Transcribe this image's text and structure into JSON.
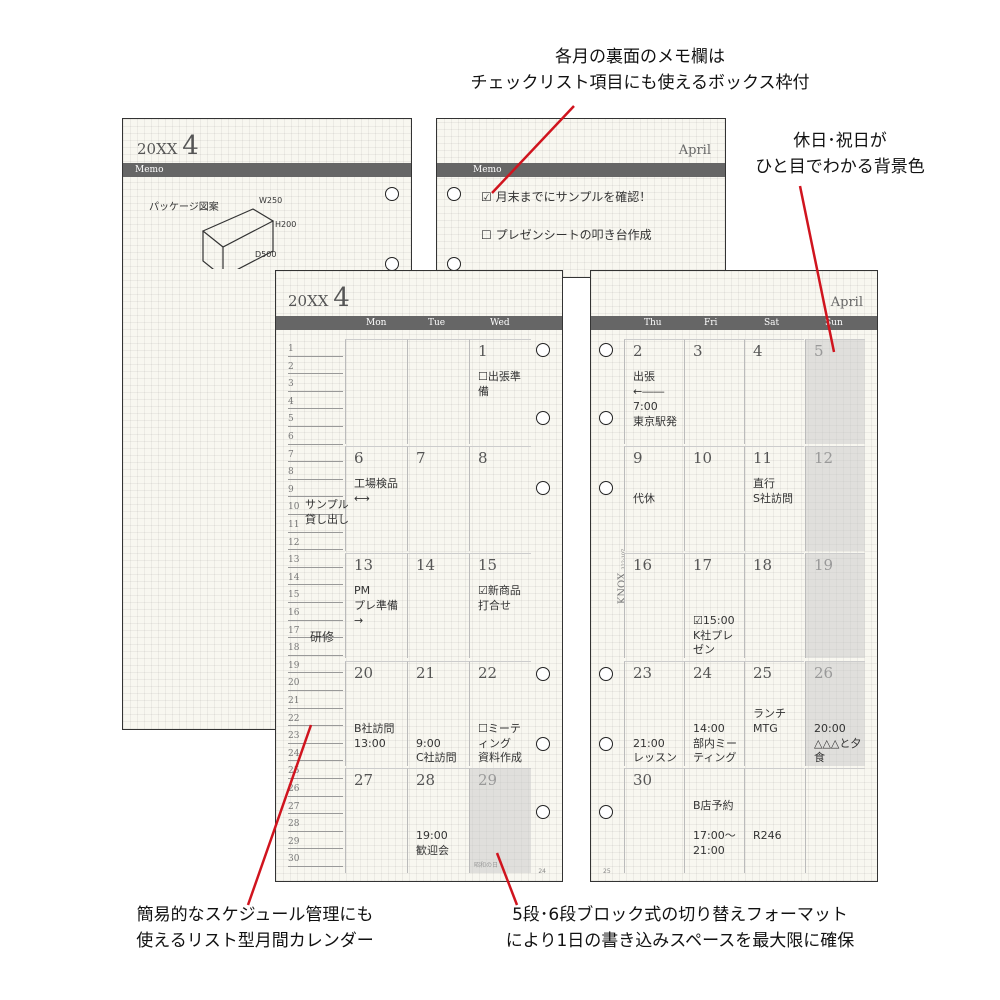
{
  "annotations": {
    "top": [
      "各月の裏面のメモ欄は",
      "チェックリスト項目にも使えるボックス枠付"
    ],
    "right": [
      "休日･祝日が",
      "ひと目でわかる背景色"
    ],
    "bottom_left": [
      "簡易的なスケジュール管理にも",
      "使えるリスト型月間カレンダー"
    ],
    "bottom_right": [
      "5段･6段ブロック式の切り替えフォーマット",
      "により1日の書き込みスペースを最大限に確保"
    ]
  },
  "accent_color": "#d0141e",
  "memo_left": {
    "year": "20XX",
    "month": "4",
    "bar": "Memo",
    "sketch_label": "パッケージ図案",
    "dims": [
      "W250",
      "H200",
      "D500"
    ]
  },
  "memo_right": {
    "month_name": "April",
    "bar": "Memo",
    "checklist": [
      {
        "text": "月末までにサンプルを確認！",
        "checked": true
      },
      {
        "text": "プレゼンシートの叩き台作成",
        "checked": false
      }
    ]
  },
  "cal_left": {
    "year": "20XX",
    "month": "4",
    "days_header": [
      "Mon",
      "Tue",
      "Wed"
    ],
    "list_numbers": [
      "1",
      "2",
      "3",
      "4",
      "5",
      "6",
      "7",
      "8",
      "9",
      "10",
      "11",
      "12",
      "13",
      "14",
      "15",
      "16",
      "17",
      "18",
      "19",
      "20",
      "21",
      "22",
      "23",
      "24",
      "25",
      "26",
      "27",
      "28",
      "29",
      "30"
    ],
    "list_notes": [
      "サンプル\n貸し出し",
      "研修"
    ],
    "weeks": [
      [
        {
          "d": "",
          "n": ""
        },
        {
          "d": "",
          "n": ""
        },
        {
          "d": "1",
          "n": "☐出張準備"
        }
      ],
      [
        {
          "d": "6",
          "n": "工場検品 ⟷"
        },
        {
          "d": "7",
          "n": ""
        },
        {
          "d": "8",
          "n": ""
        }
      ],
      [
        {
          "d": "13",
          "n": "PM\nプレ準備 →"
        },
        {
          "d": "14",
          "n": ""
        },
        {
          "d": "15",
          "n": "☑新商品\n  打合せ"
        }
      ],
      [
        {
          "d": "20",
          "n": "\n\nB社訪問\n    13:00"
        },
        {
          "d": "21",
          "n": "\n\n\n9:00\nC社訪問"
        },
        {
          "d": "22",
          "n": "\n\n☐ミーティング\n  資料作成"
        }
      ],
      [
        {
          "d": "27",
          "n": ""
        },
        {
          "d": "28",
          "n": "\n\n19:00\n歓迎会"
        },
        {
          "d": "29",
          "n": "",
          "holiday": true,
          "sub": "昭和の日"
        }
      ]
    ],
    "page_no": "24"
  },
  "cal_right": {
    "month_name": "April",
    "days_header": [
      "Thu",
      "Fri",
      "Sat",
      "Sun"
    ],
    "brand": "KNOX",
    "brand_code": "322-107",
    "weeks": [
      [
        {
          "d": "2",
          "n": "出張 ←――\n7:00\n東京駅発"
        },
        {
          "d": "3",
          "n": ""
        },
        {
          "d": "4",
          "n": ""
        },
        {
          "d": "5",
          "n": "",
          "holiday": true
        }
      ],
      [
        {
          "d": "9",
          "n": "\n代休"
        },
        {
          "d": "10",
          "n": ""
        },
        {
          "d": "11",
          "n": "直行\nS社訪問"
        },
        {
          "d": "12",
          "n": "",
          "holiday": true
        }
      ],
      [
        {
          "d": "16",
          "n": ""
        },
        {
          "d": "17",
          "n": "\n\n☑15:00\nK社プレゼン"
        },
        {
          "d": "18",
          "n": ""
        },
        {
          "d": "19",
          "n": "",
          "holiday": true
        }
      ],
      [
        {
          "d": "23",
          "n": "\n\n\n21:00\nレッスン"
        },
        {
          "d": "24",
          "n": "\n\n14:00\n部内ミーティング"
        },
        {
          "d": "25",
          "n": "\nランチMTG"
        },
        {
          "d": "26",
          "n": "\n\n20:00\n△△△と夕食",
          "holiday": true
        }
      ],
      [
        {
          "d": "30",
          "n": ""
        },
        {
          "d": "",
          "n": "B店予約\n\n17:00〜\n  21:00"
        },
        {
          "d": "",
          "n": "\n\n         R246"
        },
        {
          "d": "",
          "n": ""
        }
      ]
    ],
    "page_no": "25"
  }
}
